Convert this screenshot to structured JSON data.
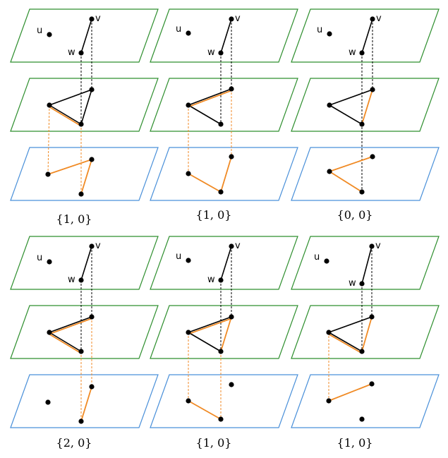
{
  "colors": {
    "top_plane": "#2f8f2f",
    "bottom_plane": "#4a90d9",
    "black_edge": "#000000",
    "orange_edge": "#f08a24",
    "vertex": "#000000"
  },
  "vertex_labels": {
    "u": "u",
    "v": "v",
    "w": "w"
  },
  "panels": [
    {
      "caption": "{1, 0}"
    },
    {
      "caption": "{1, 0}"
    },
    {
      "caption": "{0, 0}"
    },
    {
      "caption": "{2, 0}"
    },
    {
      "caption": "{1, 0}"
    },
    {
      "caption": "{1, 0}"
    }
  ]
}
